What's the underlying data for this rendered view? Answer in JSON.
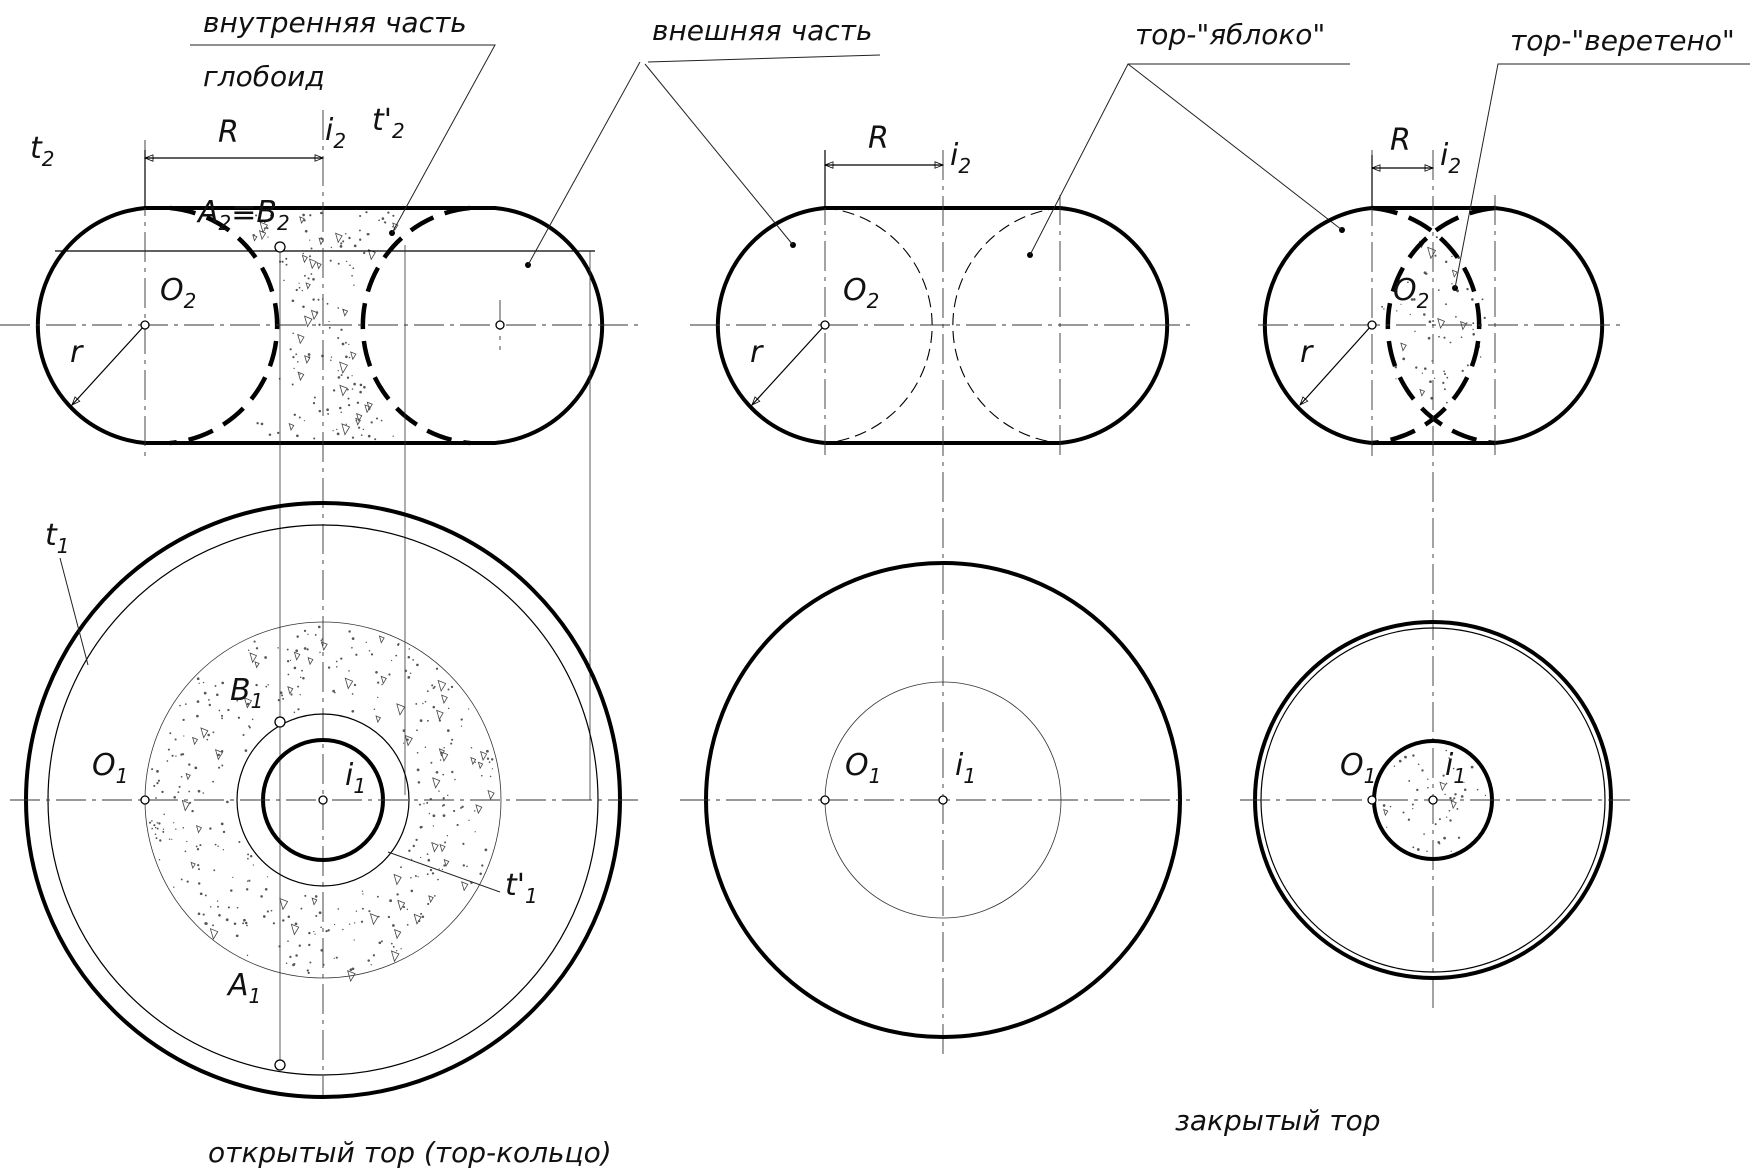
{
  "labels": {
    "inner_part": "внутренняя часть",
    "globoid": "глобоид",
    "outer_part": "внешняя часть",
    "torus_apple": "тор-\"яблоко\"",
    "torus_spindle": "тор-\"веретено\"",
    "open_torus_caption": "открытый тор (тор-кольцо)",
    "closed_torus_caption": "закрытый тор"
  },
  "points": {
    "R": "R",
    "r": "r",
    "t": "t",
    "t_prime": "t'",
    "i": "i",
    "O": "O",
    "A": "A",
    "B": "B",
    "AB_equal": "≡",
    "sub_1": "1",
    "sub_2": "2"
  }
}
